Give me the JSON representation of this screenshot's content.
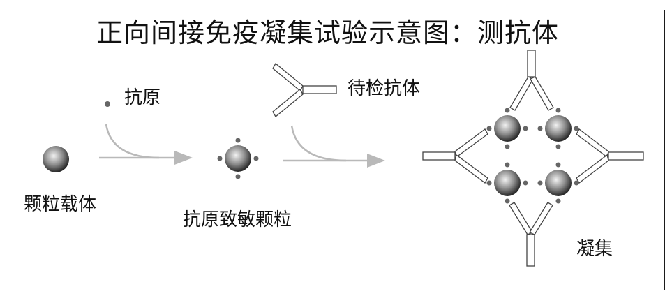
{
  "diagram": {
    "title": "正向间接免疫凝集试验示意图：测抗体",
    "labels": {
      "antigen": "抗原",
      "antibody": "待检抗体",
      "carrier": "颗粒载体",
      "sensitized": "抗原致敏颗粒",
      "agglutination": "凝集"
    }
  },
  "colors": {
    "border": "#1a1a1a",
    "arrow": "#b9b9b9",
    "antigen_dot": "#666666",
    "antibody_fill": "#ffffff",
    "antibody_stroke": "#444444",
    "bead_light": "#f2f2f2",
    "bead_mid": "#8c8c8c",
    "bead_dark": "#262626"
  }
}
